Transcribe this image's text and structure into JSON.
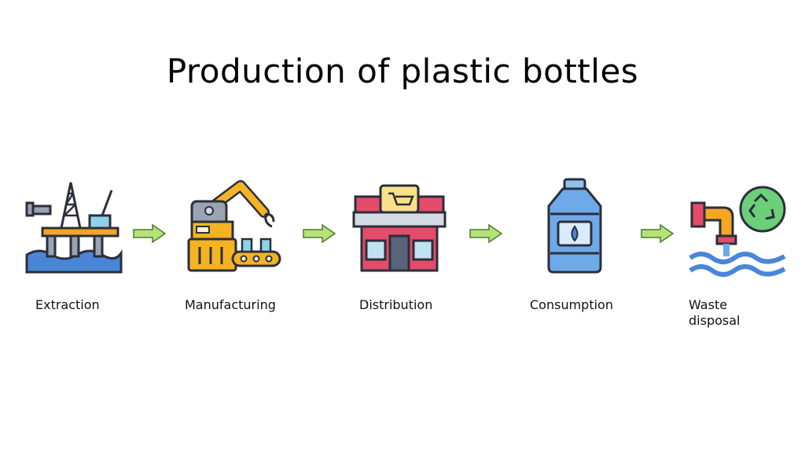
{
  "title": "Production of plastic bottles",
  "steps": [
    {
      "label": "Extraction",
      "icon": "oil-rig-icon"
    },
    {
      "label": "Manufacturing",
      "icon": "factory-robot-arm-icon"
    },
    {
      "label": "Distribution",
      "icon": "store-icon"
    },
    {
      "label": "Consumption",
      "icon": "water-bottle-icon"
    },
    {
      "label": "Waste\ndisposal",
      "icon": "waste-pipe-recycle-icon"
    }
  ],
  "colors": {
    "arrow_fill": "#b5e37a",
    "outline": "#2b2f3a",
    "water": "#4a86d8",
    "orange": "#f5a623",
    "red": "#e54b6b",
    "green": "#6ccf7a"
  }
}
